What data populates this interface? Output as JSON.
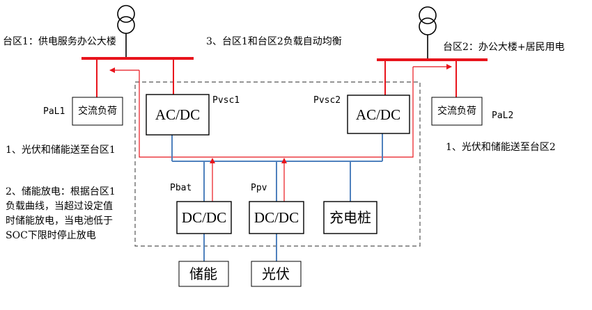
{
  "zone1": {
    "title": "台区1：供电服务办公大楼",
    "load_label": "交流负荷",
    "load_name": "PaL1",
    "converter_label": "AC/DC",
    "power_name": "Pvsc1"
  },
  "zone2": {
    "title": "台区2：办公大楼+居民用电",
    "load_label": "交流负荷",
    "load_name": "PaL2",
    "converter_label": "AC/DC",
    "power_name": "Pvsc2"
  },
  "center_note": "3、台区1和台区2负载自动均衡",
  "left_notes": {
    "note1": "1、光伏和储能送至台区1",
    "note2_lines": [
      "2、储能放电：根据台区1",
      "负载曲线，当超过设定值",
      "时储能放电，当电池低于",
      "SOC下限时停止放电"
    ]
  },
  "right_note": "1、光伏和储能送至台区2",
  "bottom": {
    "bat_power": "Pbat",
    "pv_power": "Ppv",
    "dcdc1": "DC/DC",
    "dcdc2": "DC/DC",
    "charger": "充电桩",
    "storage": "储能",
    "pv": "光伏"
  },
  "colors": {
    "ac_bus": "#e8141c",
    "dc_line": "#4f81bd",
    "flow": "#e8141c",
    "frame": "#555555"
  }
}
